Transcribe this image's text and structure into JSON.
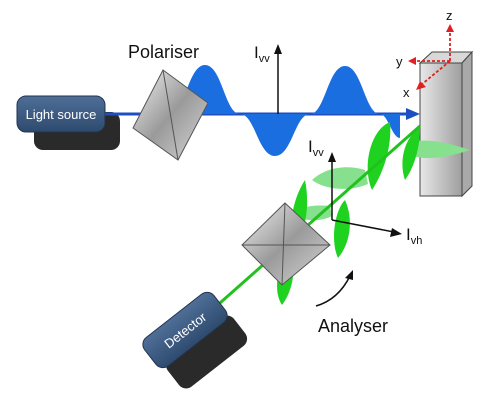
{
  "labels": {
    "light_source": "Light source",
    "polariser": "Polariser",
    "analyser": "Analyser",
    "detector": "Detector",
    "i_vv_top": "I",
    "i_vv_top_sub": "vv",
    "i_vv_right": "I",
    "i_vv_right_sub": "vv",
    "i_vh": "I",
    "i_vh_sub": "vh",
    "axis_z": "z",
    "axis_y": "y",
    "axis_x": "x"
  },
  "colors": {
    "incident_beam": "#1e4fc2",
    "incident_wave": "#1a6ee0",
    "emitted_beam": "#22c21e",
    "emitted_wave": "#1fd21f",
    "emitted_wave_light": "#86e08e",
    "box": "#3b5b82",
    "box_shadow": "#2a2a2a",
    "axes": "#e02020"
  }
}
